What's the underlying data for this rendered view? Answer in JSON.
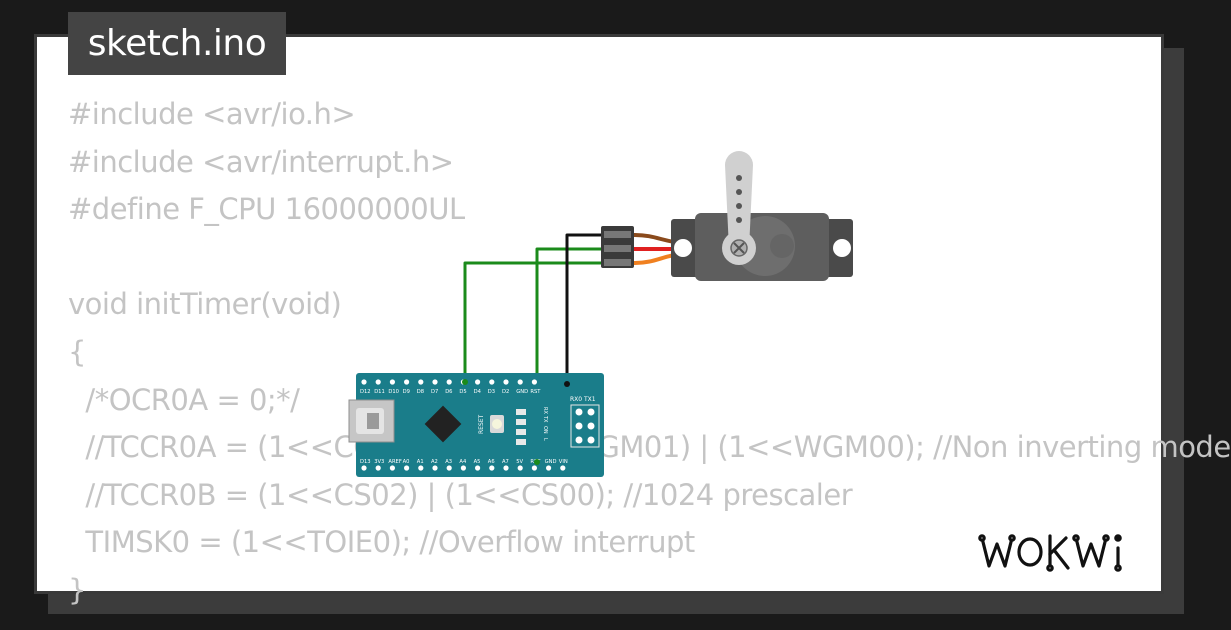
{
  "window": {
    "title": "sketch.ino"
  },
  "code_lines": [
    "#include <avr/io.h>",
    "#include <avr/interrupt.h>",
    "#define F_CPU 16000000UL",
    "",
    "void initTimer(void)",
    "{",
    "  /*OCR0A = 0;*/",
    "  //TCCR0A = (1<<COM0A1) | (1<<WGM01) | (1<<WGM00); //Non inverting mode",
    "  //TCCR0B = (1<<CS02) | (1<<CS00); //1024 prescaler",
    "  TIMSK0 = (1<<TOIE0); //Overflow interrupt",
    "}"
  ],
  "board": {
    "top_pins": [
      "D12",
      "D11",
      "D10",
      "D9",
      "D8",
      "D7",
      "D6",
      "D5",
      "D4",
      "D3",
      "D2",
      "GND",
      "RST"
    ],
    "bottom_pins": [
      "D13",
      "3V3",
      "AREF",
      "A0",
      "A1",
      "A2",
      "A3",
      "A4",
      "A5",
      "A6",
      "A7",
      "5V",
      "RST",
      "GND",
      "VIN"
    ],
    "reset_label": "RESET",
    "led_labels": [
      "TX",
      "RX",
      "ON",
      "L"
    ],
    "header_label": "RX0 TX1"
  },
  "logo": {
    "text": "WOKWi"
  },
  "colors": {
    "pcb": "#1a7d8a",
    "wire_signal": "#1b8b1b",
    "wire_ground": "#111111",
    "servo_body": "#5e5e5e",
    "servo_wire_brown": "#8a4a1c",
    "servo_wire_red": "#e02020",
    "servo_wire_orange": "#f08020"
  }
}
